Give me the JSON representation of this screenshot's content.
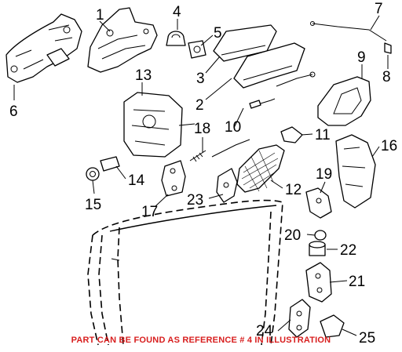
{
  "callouts": [
    {
      "id": "c1",
      "label": "1"
    },
    {
      "id": "c2",
      "label": "2"
    },
    {
      "id": "c3",
      "label": "3"
    },
    {
      "id": "c4",
      "label": "4"
    },
    {
      "id": "c5",
      "label": "5"
    },
    {
      "id": "c6",
      "label": "6"
    },
    {
      "id": "c7",
      "label": "7"
    },
    {
      "id": "c8",
      "label": "8"
    },
    {
      "id": "c9",
      "label": "9"
    },
    {
      "id": "c10",
      "label": "10"
    },
    {
      "id": "c11",
      "label": "11"
    },
    {
      "id": "c12",
      "label": "12"
    },
    {
      "id": "c13",
      "label": "13"
    },
    {
      "id": "c14",
      "label": "14"
    },
    {
      "id": "c15",
      "label": "15"
    },
    {
      "id": "c16",
      "label": "16"
    },
    {
      "id": "c17",
      "label": "17"
    },
    {
      "id": "c18",
      "label": "18"
    },
    {
      "id": "c19",
      "label": "19"
    },
    {
      "id": "c20",
      "label": "20"
    },
    {
      "id": "c21",
      "label": "21"
    },
    {
      "id": "c22",
      "label": "22"
    },
    {
      "id": "c23",
      "label": "23"
    },
    {
      "id": "c24",
      "label": "24"
    },
    {
      "id": "c25",
      "label": "25"
    }
  ],
  "footnote": "PART CAN BE FOUND AS REFERENCE # 4 IN ILLUSTRATION",
  "colors": {
    "footnote": "#d81e1e",
    "line": "#000000",
    "background": "#ffffff"
  }
}
